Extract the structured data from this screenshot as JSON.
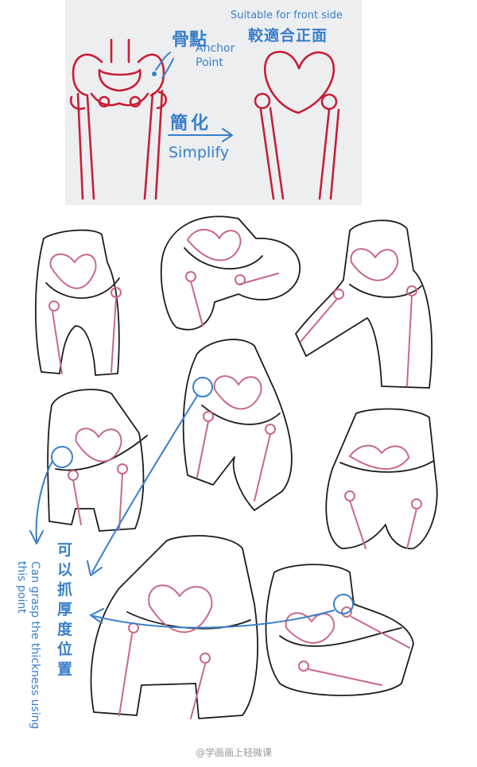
{
  "top_panel": {
    "bone_cn": "骨點",
    "anchor_point_en": "Anchor Point",
    "suitable_en": "Suitable for front side",
    "suitable_cn": "較適合正面",
    "simplify_cn": "簡化",
    "simplify_en": "Simplify"
  },
  "annotations": {
    "thickness_cn": "可以抓厚度位置",
    "thickness_en": "Can grasp the thickness using this point"
  },
  "watermark": "@学画画上轻微课",
  "colors": {
    "bone_red": "#c61f37",
    "pink_lines": "#c86a82",
    "annotation_blue": "#3a7fc9",
    "ink": "#1c1c1c",
    "panel_bg": "#eceef0"
  }
}
